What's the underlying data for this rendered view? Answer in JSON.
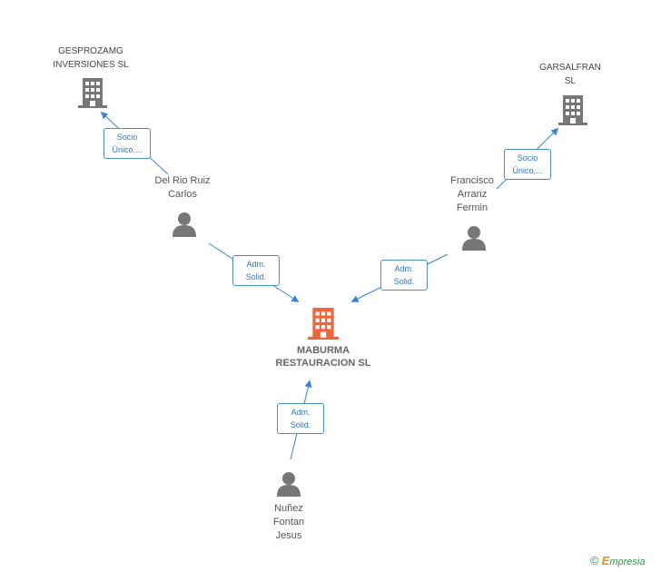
{
  "nodes": {
    "main": {
      "name": "MABURMA\nRESTAURACION SL",
      "color": "#f0643c"
    },
    "gesprozamg": {
      "name": "GESPROZAMG\nINVERSIONES SL",
      "color": "#777777"
    },
    "garsalfran": {
      "name": "GARSALFRAN\nSL",
      "color": "#777777"
    },
    "del_rio": {
      "name": "Del Rio Ruiz\nCarlos",
      "color": "#777777"
    },
    "francisco": {
      "name": "Francisco\nArranz\nFermin",
      "color": "#777777"
    },
    "nunez": {
      "name": "Nuñez\nFontan\nJesus",
      "color": "#777777"
    }
  },
  "edges": {
    "delrio_gesprozamg": {
      "line1": "Socio",
      "line2": "Único,..."
    },
    "francisco_garsalfran": {
      "line1": "Socio",
      "line2": "Único,..."
    },
    "delrio_main": {
      "line1": "Adm.",
      "line2": "Solid."
    },
    "francisco_main": {
      "line1": "Adm.",
      "line2": "Solid."
    },
    "nunez_main": {
      "line1": "Adm.",
      "line2": "Solid."
    }
  },
  "footer": {
    "copyright": "©",
    "brand_initial": "E",
    "brand_rest": "mpresia"
  },
  "colors": {
    "edge": "#3a84d0",
    "person": "#777777",
    "building": "#777777",
    "main_building": "#f0643c"
  },
  "icons": [
    "building-icon",
    "person-icon",
    "copyright-icon"
  ]
}
